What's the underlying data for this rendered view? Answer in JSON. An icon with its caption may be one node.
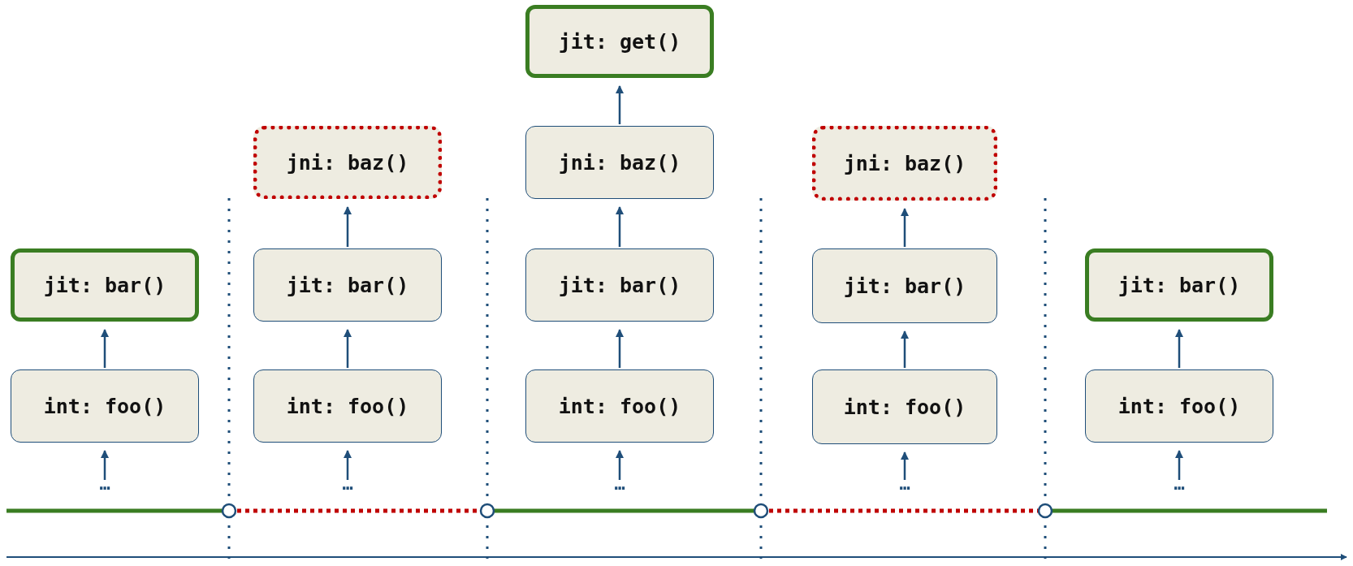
{
  "diagram": {
    "nodes": [
      {
        "text": [
          "…"
        ]
      },
      {
        "text": [
          "int: foo()"
        ]
      },
      {
        "text": [
          "jit: bar()"
        ]
      },
      {
        "text": [
          "…"
        ]
      },
      {
        "text": [
          "int: foo()"
        ]
      },
      {
        "text": [
          "jit: bar()"
        ]
      },
      {
        "text": [
          "jni: baz()"
        ]
      },
      {
        "text": [
          "…"
        ]
      },
      {
        "text": [
          "int: foo()"
        ]
      },
      {
        "text": [
          "jit: bar()"
        ]
      },
      {
        "text": [
          "jni: baz()"
        ]
      },
      {
        "text": [
          "jit: get()"
        ]
      },
      {
        "text": [
          "…"
        ]
      },
      {
        "text": [
          "int: foo()"
        ]
      },
      {
        "text": [
          "jit: bar()"
        ]
      },
      {
        "text": [
          "jni: baz()"
        ]
      },
      {
        "text": [
          "…"
        ]
      },
      {
        "text": [
          "int: foo()"
        ]
      },
      {
        "text": [
          "jit: bar()"
        ]
      }
    ],
    "edges": [
      {
        "from": 0,
        "to": 1,
        "arrow": "to"
      },
      {
        "from": 1,
        "to": 2,
        "arrow": "to"
      },
      {
        "from": 3,
        "to": 4,
        "arrow": "to"
      },
      {
        "from": 4,
        "to": 5,
        "arrow": "to"
      },
      {
        "from": 5,
        "to": 6,
        "arrow": "to"
      },
      {
        "from": 7,
        "to": 8,
        "arrow": "to"
      },
      {
        "from": 8,
        "to": 9,
        "arrow": "to"
      },
      {
        "from": 9,
        "to": 10,
        "arrow": "to"
      },
      {
        "from": 10,
        "to": 11,
        "arrow": "to"
      },
      {
        "from": 12,
        "to": 13,
        "arrow": "to"
      },
      {
        "from": 13,
        "to": 14,
        "arrow": "to"
      },
      {
        "from": 14,
        "to": 15,
        "arrow": "to"
      },
      {
        "from": 16,
        "to": 17,
        "arrow": "to"
      },
      {
        "from": 17,
        "to": 18,
        "arrow": "to"
      }
    ]
  }
}
